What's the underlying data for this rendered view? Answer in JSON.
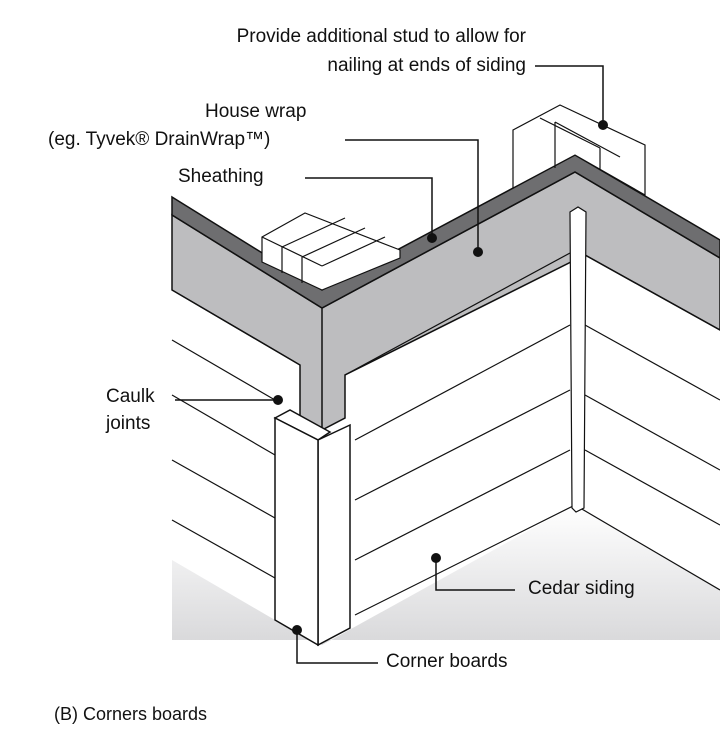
{
  "labels": {
    "stud_line1": "Provide additional stud to allow for",
    "stud_line2": "nailing at ends of siding",
    "wrap_line1": "House wrap",
    "wrap_line2": "(eg. Tyvek® DrainWrap™)",
    "sheathing": "Sheathing",
    "caulk_line1": "Caulk",
    "caulk_line2": "joints",
    "cedar": "Cedar siding",
    "corner": "Corner boards"
  },
  "caption": "(B) Corners boards",
  "colors": {
    "wrap": "#6e6e70",
    "sheathing": "#bdbdbf",
    "line": "#111111",
    "floor": "#e2e2e4"
  }
}
